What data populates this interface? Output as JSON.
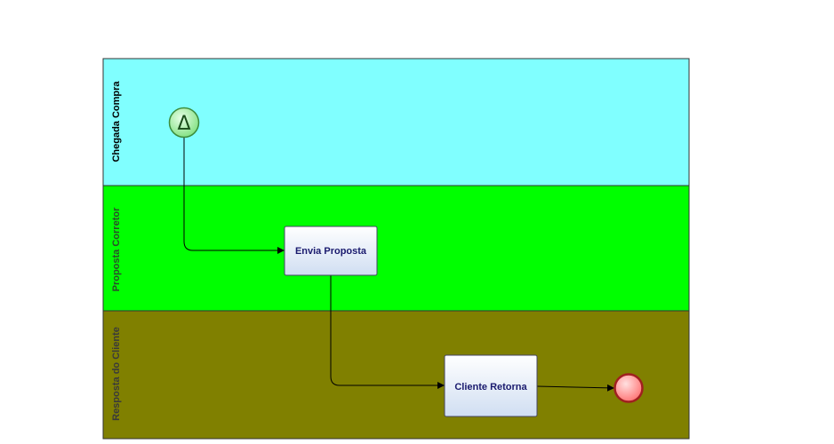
{
  "diagram": {
    "lanes": [
      {
        "label": "Chegada Compra",
        "color": "#80ffff",
        "text_color": "#000000"
      },
      {
        "label": "Proposta Corretor",
        "color": "#00ff00",
        "text_color": "#2a4d2a"
      },
      {
        "label": "Resposta do Cliente",
        "color": "#808000",
        "text_color": "#3a3a3a"
      }
    ],
    "start_event": {
      "glyph": "Δ",
      "icon": "start-event-icon",
      "fill": "#99ff99",
      "stroke": "#3c8c3c"
    },
    "tasks": [
      {
        "label": "Envia Proposta"
      },
      {
        "label": "Cliente Retorna"
      }
    ],
    "end_event": {
      "icon": "end-event-icon",
      "fill": "#ff9999",
      "stroke": "#a02020"
    },
    "line_color": "#000000",
    "border_color": "#333333"
  }
}
